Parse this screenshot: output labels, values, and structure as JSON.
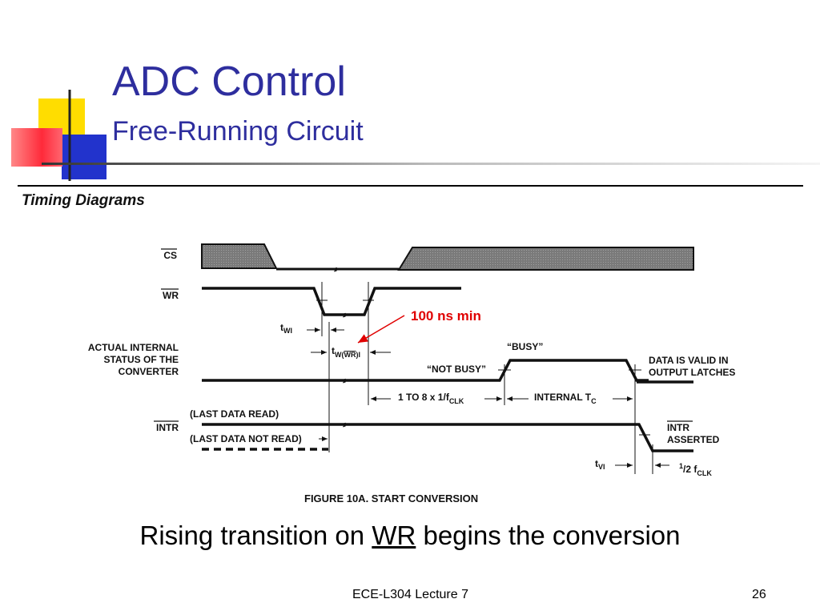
{
  "slide": {
    "title": "ADC Control",
    "subtitle": "Free-Running Circuit",
    "diagram_heading": "Timing Diagrams",
    "caption_before": "Rising transition on ",
    "caption_signal": "WR",
    "caption_after": " begins the conversion",
    "footer_course": "ECE-L304 Lecture 7",
    "page_number": "26",
    "colors": {
      "title": "#2e2e9e",
      "annotation": "#e00000",
      "deco_yellow": "#ffdd00",
      "deco_blue": "#2233cc",
      "deco_red": "#ff3344"
    }
  },
  "diagram": {
    "signals": {
      "cs": "CS",
      "wr": "WR",
      "status_line1": "ACTUAL INTERNAL",
      "status_line2": "STATUS OF THE",
      "status_line3": "CONVERTER",
      "intr": "INTR"
    },
    "labels": {
      "twi": "t",
      "twi_sub": "WI",
      "twwr": "t",
      "twwr_sub": "W(",
      "twwr_sub_over": "WR",
      "twwr_sub_end": ")I",
      "busy": "“BUSY”",
      "not_busy": "“NOT BUSY”",
      "data_valid_1": "DATA IS VALID IN",
      "data_valid_2": "OUTPUT LATCHES",
      "one_to_eight": "1 TO 8 x 1/f",
      "one_to_eight_sub": "CLK",
      "internal_tc": "INTERNAL T",
      "internal_tc_sub": "C",
      "last_read": "(LAST DATA READ)",
      "last_not_read": "(LAST DATA NOT READ)",
      "intr_asserted_1": "INTR",
      "intr_asserted_2": "ASSERTED",
      "tvi": "t",
      "tvi_sub": "VI",
      "half_fclk_num": "1",
      "half_fclk_den": "/2",
      "half_fclk_f": " f",
      "half_fclk_sub": "CLK",
      "figure": "FIGURE 10A.  START CONVERSION"
    },
    "annotation": "100 ns min"
  }
}
